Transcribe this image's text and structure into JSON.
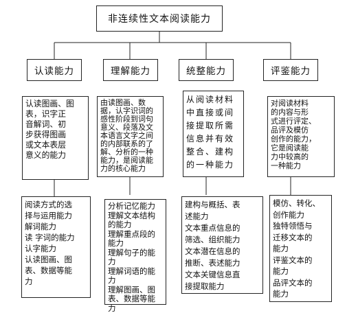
{
  "title": "非连续性文本阅读能力",
  "categories": [
    {
      "label": "认读能力",
      "description": [
        "认读图画、图",
        "表，识字正",
        "音解词、初",
        "步获得图画",
        "或文本表层",
        "意义的能力"
      ],
      "abilities": [
        "阅读方式的选",
        "择与运用能力",
        "解词能力",
        "读 字词的能力",
        "认字能力",
        "认读图画、图",
        "表、数据等能",
        "力"
      ]
    },
    {
      "label": "理解能力",
      "description": [
        "由读图画、数",
        "据，认字识词的",
        "感性阶段到词句",
        "意义、段落及文",
        "本语言文字之间",
        "的内部联系的了",
        "解、分析的一种",
        "能力，是阅读能",
        "力的核心能力"
      ],
      "abilities": [
        "分析记忆能力",
        "理解文本结构",
        "的能力",
        "理解重点段的",
        "能力",
        "理解句子的能",
        "力",
        "理解词语的能",
        "力",
        "理解图画、图",
        "表、数据等能",
        "力"
      ]
    },
    {
      "label": "统整能力",
      "description": [
        "从阅读材料",
        "中直接或间",
        "接提取所需",
        "信息并有效",
        "整合、建构",
        "的一种能力"
      ],
      "abilities": [
        "建构与概括、表",
        "述能力",
        "文本重点信息的",
        "筛选、组织能力",
        "文本潜在信息的",
        "推断、表述能力",
        "文本关键信息直",
        "接提取能力"
      ]
    },
    {
      "label": "评鉴能力",
      "description": [
        "对阅读材料",
        "的内容与形",
        "式进行评定、",
        "品评及模仿",
        "创作的能力，",
        "它是阅读能",
        "力中较高的",
        "一种能力"
      ],
      "abilities": [
        "模仿、转化、",
        "创作能力",
        "独特领悟与",
        "迁移文本的",
        "能力",
        "评鉴文本的",
        "能力",
        "品评文本的",
        "能力"
      ]
    }
  ]
}
